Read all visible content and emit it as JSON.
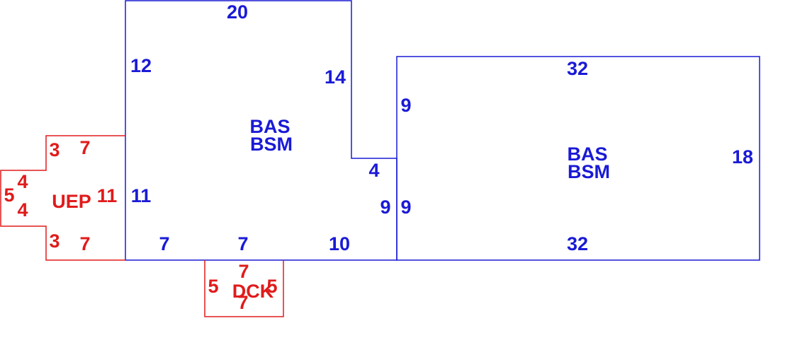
{
  "colors": {
    "main": "#1a1ad6",
    "addition": "#e01b1b",
    "background": "#ffffff"
  },
  "main_left": {
    "label_line1": "BAS",
    "label_line2": "BSM",
    "dim_top": "20",
    "dim_left_upper": "12",
    "dim_left_lower": "11",
    "dim_right_upper": "14",
    "dim_connector": "4",
    "dim_right_lower": "9",
    "dim_bottom_left": "7",
    "dim_bottom_mid": "7",
    "dim_bottom_right": "10"
  },
  "main_right": {
    "label_line1": "BAS",
    "label_line2": "BSM",
    "dim_top": "32",
    "dim_left_upper": "9",
    "dim_left_lower": "9",
    "dim_right": "18",
    "dim_bottom": "32"
  },
  "uep": {
    "label": "UEP",
    "dim_top_step": "3",
    "dim_top": "7",
    "dim_left_upper": "4",
    "dim_left": "5",
    "dim_left_lower": "4",
    "dim_right": "11",
    "dim_bottom_step": "3",
    "dim_bottom": "7"
  },
  "dck": {
    "label": "DCK",
    "dim_top": "7",
    "dim_left": "5",
    "dim_right": "5",
    "dim_bottom": "7"
  }
}
